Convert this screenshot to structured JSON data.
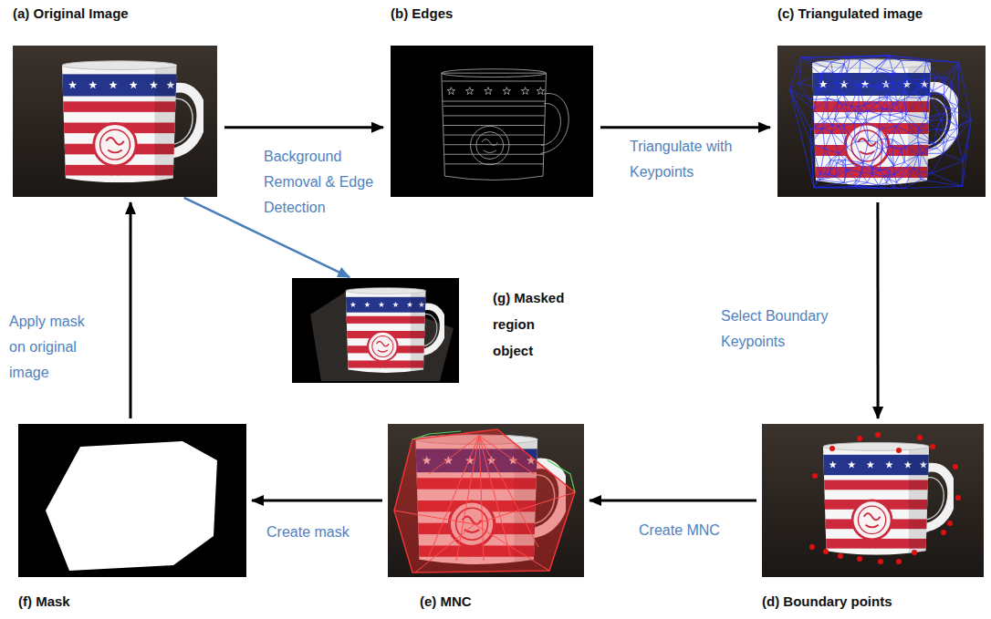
{
  "diagram": {
    "nodes": [
      {
        "text": [
          "(a) Original Image"
        ]
      },
      {
        "text": [
          "(b) Edges"
        ]
      },
      {
        "text": [
          "(c) Triangulated image"
        ]
      },
      {
        "text": [
          "(g) Masked region object"
        ]
      },
      {
        "text": [
          "(f) Mask"
        ]
      },
      {
        "text": [
          "(e) MNC"
        ]
      },
      {
        "text": [
          "(d) Boundary points"
        ]
      }
    ],
    "edges": [
      {
        "from": 0,
        "to": 1,
        "arrow": "to",
        "label": "Background Removal & Edge Detection"
      },
      {
        "from": 1,
        "to": 2,
        "arrow": "to",
        "label": "Triangulate with Keypoints"
      },
      {
        "from": 2,
        "to": 6,
        "arrow": "to",
        "label": "Select Boundary Keypoints"
      },
      {
        "from": 6,
        "to": 5,
        "arrow": "to",
        "label": "Create MNC"
      },
      {
        "from": 5,
        "to": 4,
        "arrow": "to",
        "label": "Create mask"
      },
      {
        "from": 4,
        "to": 0,
        "arrow": "to",
        "label": "Apply mask on original image"
      },
      {
        "from": 0,
        "to": 3,
        "arrow": "to"
      }
    ]
  }
}
